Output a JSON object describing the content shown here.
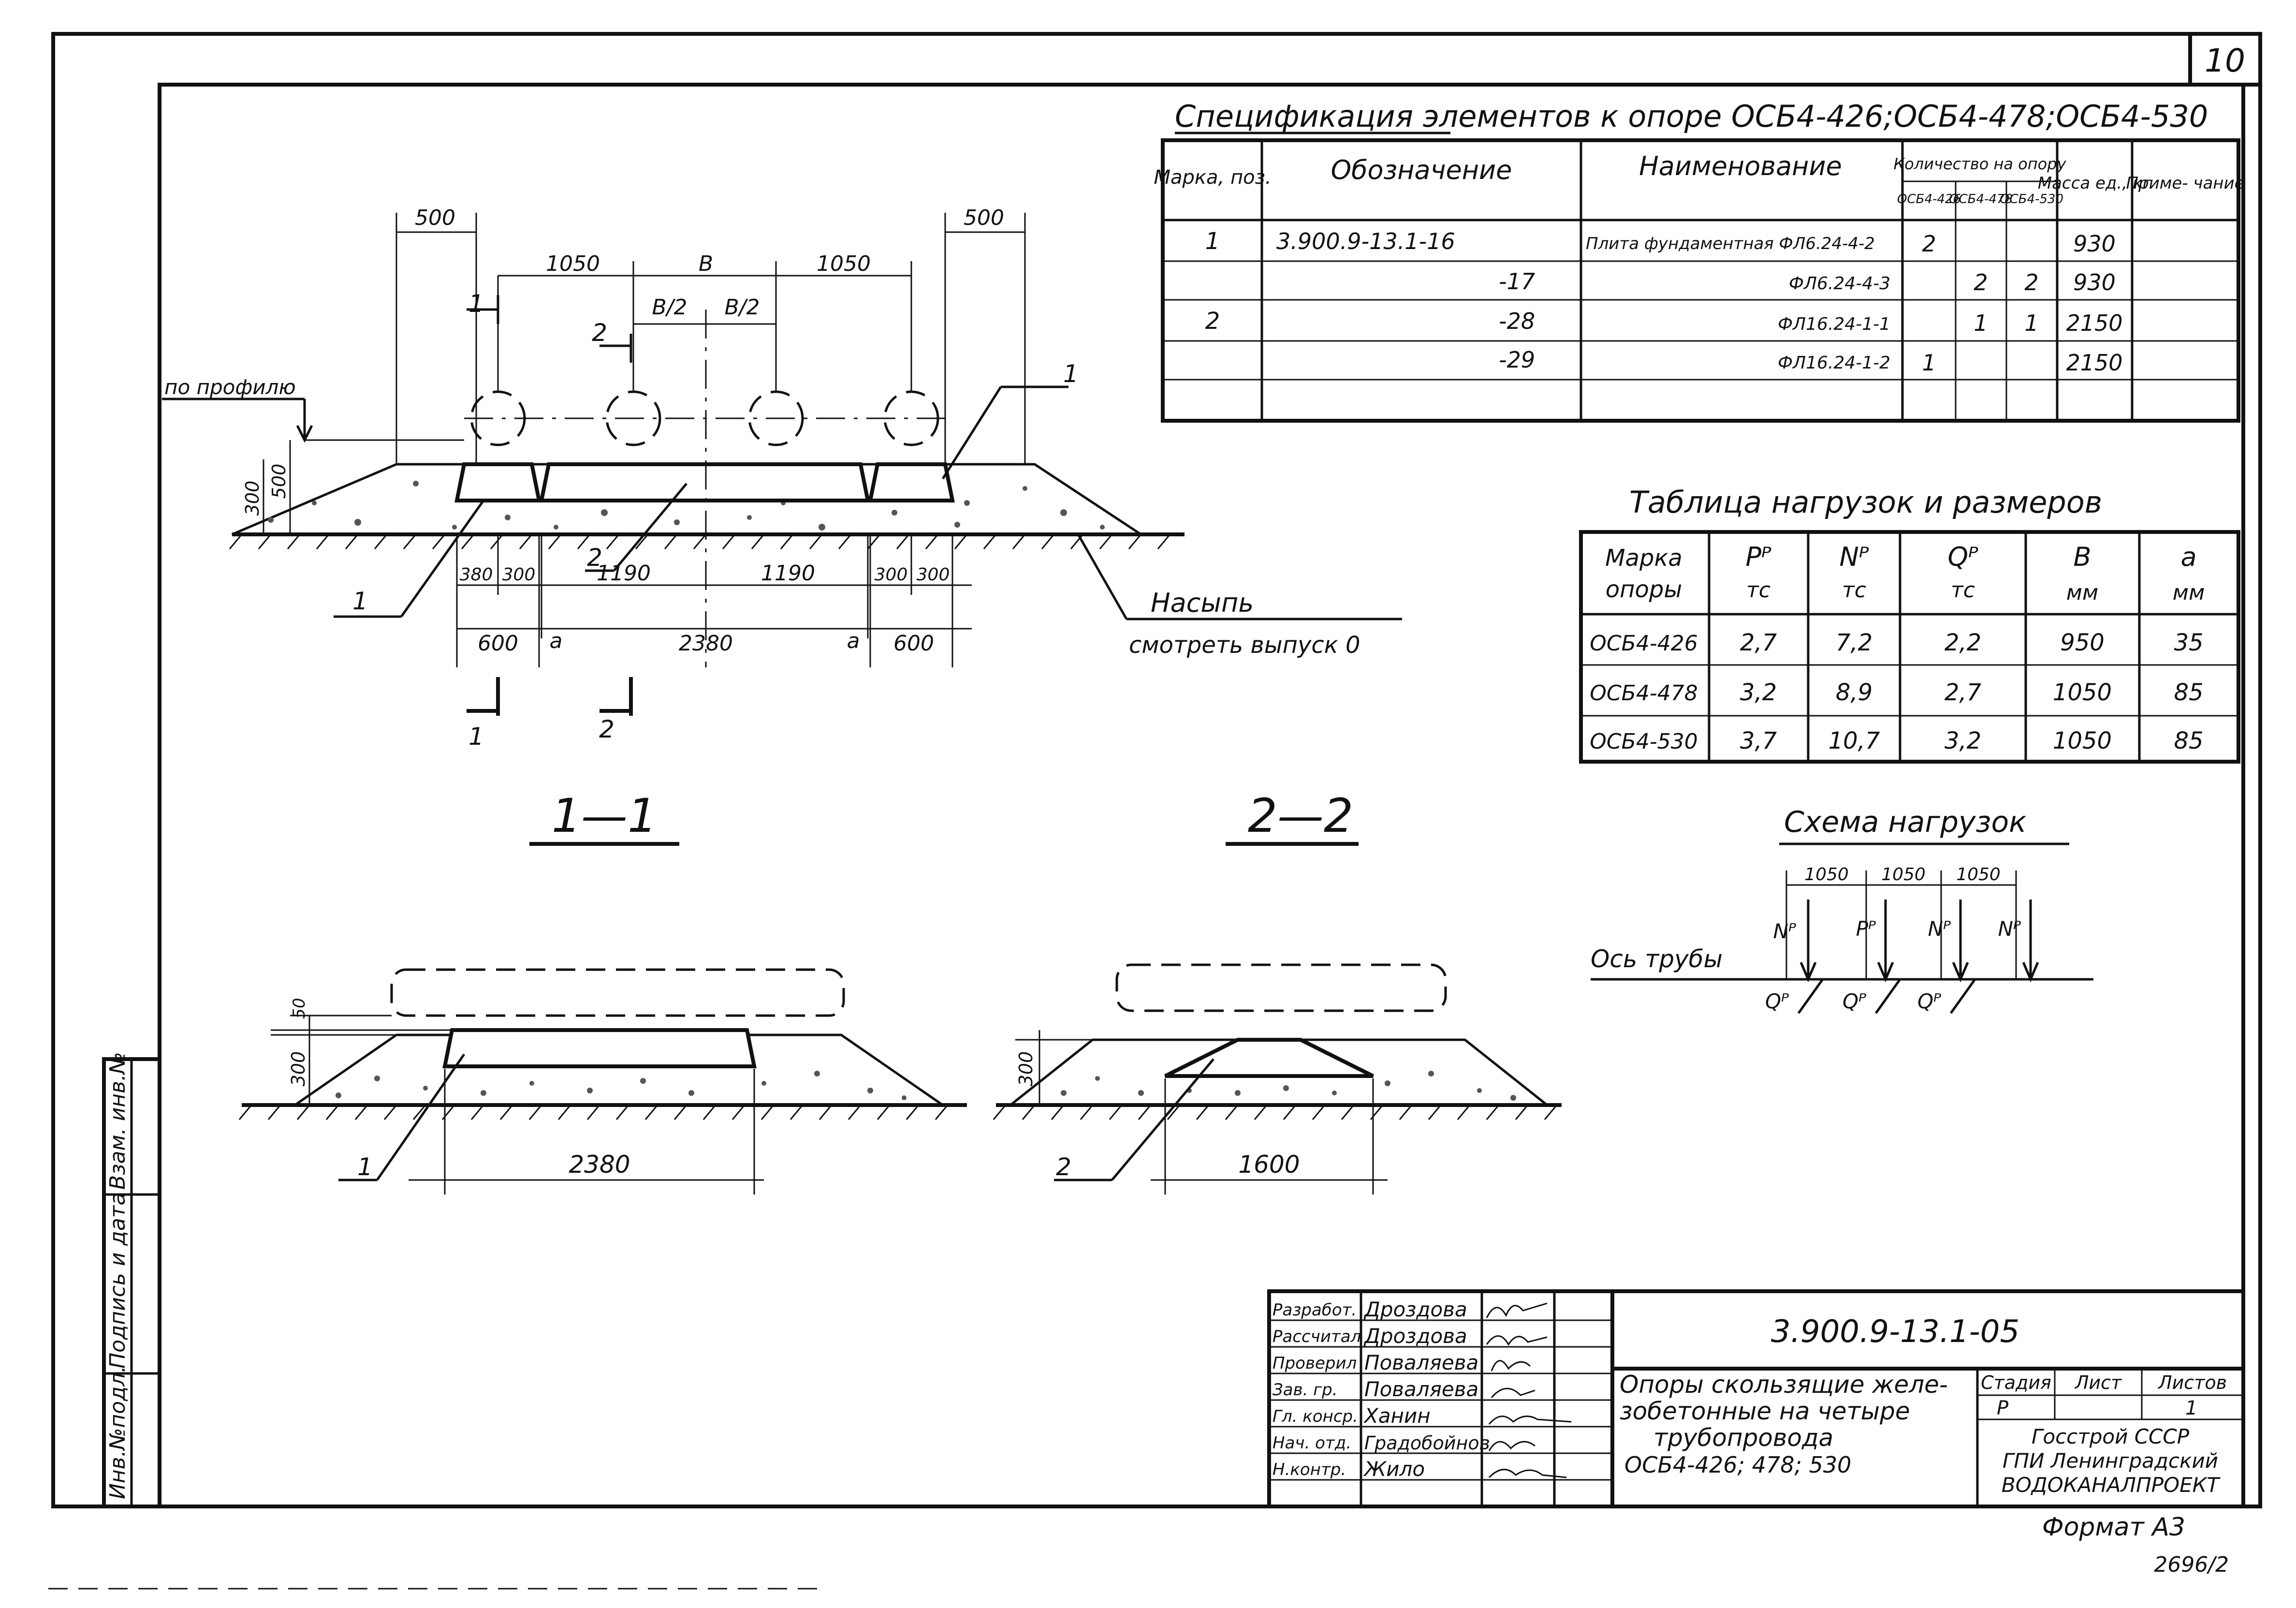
{
  "sheet_number": "10",
  "format_label": "Формат А3",
  "archive_number": "2696/2",
  "spec": {
    "title": "Спецификация элементов к опоре ОСБ4-426;ОСБ4-478;ОСБ4-530",
    "headers": {
      "mark": "Марка, поз.",
      "designation": "Обозначение",
      "name": "Наименование",
      "qty": "Количество на опору",
      "qty_sub": [
        "ОСБ4-426",
        "ОСБ4-478",
        "ОСБ4-530"
      ],
      "mass": "Масса ед., кг",
      "note": "Приме- чание"
    },
    "rows": [
      {
        "mark": "1",
        "designation": "3.900.9-13.1-16",
        "name": "Плита фундаментная ФЛ6.24-4-2",
        "q1": "2",
        "q2": "",
        "q3": "",
        "mass": "930",
        "note": ""
      },
      {
        "mark": "",
        "designation": "-17",
        "name": "ФЛ6.24-4-3",
        "q1": "",
        "q2": "2",
        "q3": "2",
        "mass": "930",
        "note": ""
      },
      {
        "mark": "2",
        "designation": "-28",
        "name": "ФЛ16.24-1-1",
        "q1": "",
        "q2": "1",
        "q3": "1",
        "mass": "2150",
        "note": ""
      },
      {
        "mark": "",
        "designation": "-29",
        "name": "ФЛ16.24-1-2",
        "q1": "1",
        "q2": "",
        "q3": "",
        "mass": "2150",
        "note": ""
      }
    ]
  },
  "loads": {
    "title": "Таблица нагрузок и размеров",
    "headers": [
      {
        "top": "Марка",
        "bottom": "опоры"
      },
      {
        "top": "Pᴾ",
        "bottom": "тс"
      },
      {
        "top": "Nᴾ",
        "bottom": "тс"
      },
      {
        "top": "Qᴾ",
        "bottom": "тс"
      },
      {
        "top": "В",
        "bottom": "мм"
      },
      {
        "top": "а",
        "bottom": "мм"
      }
    ],
    "rows": [
      [
        "ОСБ4-426",
        "2,7",
        "7,2",
        "2,2",
        "950",
        "35"
      ],
      [
        "ОСБ4-478",
        "3,2",
        "8,9",
        "2,7",
        "1050",
        "85"
      ],
      [
        "ОСБ4-530",
        "3,7",
        "10,7",
        "3,2",
        "1050",
        "85"
      ]
    ]
  },
  "load_scheme": {
    "title": "Схема нагрузок",
    "axis_label": "Ось трубы",
    "spacings": [
      "1050",
      "1050",
      "1050"
    ],
    "labels": [
      "Nᴾ",
      "Pᴾ",
      "Nᴾ",
      "Nᴾ"
    ],
    "q_labels": [
      "Qᴾ",
      "Qᴾ",
      "Qᴾ"
    ]
  },
  "plan": {
    "dims_top": [
      "500",
      "1050",
      "В",
      "1050",
      "500"
    ],
    "half_b": "В/2",
    "profile_label": "по профилю",
    "h300": "300",
    "h500": "500",
    "dims_bottom1": [
      "380",
      "300",
      "1190",
      "1190",
      "300",
      "300"
    ],
    "dims_bottom2": [
      "600",
      "а",
      "2380",
      "а",
      "600"
    ],
    "embankment": "Насыпь",
    "embankment_ref": "смотреть выпуск 0",
    "callouts": [
      "1",
      "2",
      "1",
      "1",
      "2",
      "1",
      "2"
    ]
  },
  "section11": {
    "title": "1—1",
    "dim": "2380",
    "h300": "300",
    "h50": "50",
    "callout": "1"
  },
  "section22": {
    "title": "2—2",
    "dim": "1600",
    "h300": "300",
    "callout": "2"
  },
  "stamp": {
    "code": "3.900.9-13.1-05",
    "title_lines": [
      "Опоры скользящие желе-",
      "зобетонные на четыре",
      "трубопровода",
      "ОСБ4-426; 478; 530"
    ],
    "roles": [
      {
        "role": "Разработ.",
        "name": "Дроздова"
      },
      {
        "role": "Рассчитал",
        "name": "Дроздова"
      },
      {
        "role": "Проверил",
        "name": "Поваляева"
      },
      {
        "role": "Зав. гр.",
        "name": "Поваляева"
      },
      {
        "role": "Гл. конср.",
        "name": "Ханин"
      },
      {
        "role": "Нач. отд.",
        "name": "Градобойнов"
      },
      {
        "role": "Н.контр.",
        "name": "Жило"
      }
    ],
    "stage_header": "Стадия",
    "sheet_header": "Лист",
    "sheets_header": "Листов",
    "stage": "Р",
    "sheet": "1",
    "org": [
      "Госстрой СССР",
      "ГПИ Ленинградский",
      "ВОДОКАНАЛПРОЕКТ"
    ]
  },
  "side_strip": [
    "Инв.№подл.",
    "Подпись и дата",
    "Взам. инв.№"
  ]
}
